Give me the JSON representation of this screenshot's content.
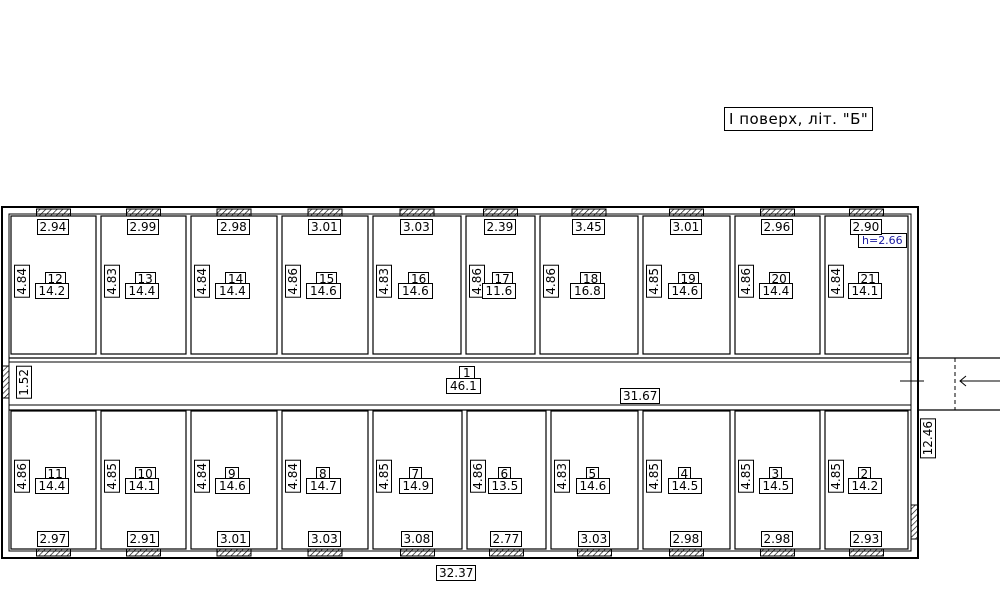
{
  "title": "I поверх, літ. \"Б\"",
  "height_label": "h=2.66",
  "top_rooms": [
    {
      "num": "12",
      "area": "14.2",
      "depth": "4.84",
      "width": "2.94"
    },
    {
      "num": "13",
      "area": "14.4",
      "depth": "4.83",
      "width": "2.99"
    },
    {
      "num": "14",
      "area": "14.4",
      "depth": "4.84",
      "width": "2.98"
    },
    {
      "num": "15",
      "area": "14.6",
      "depth": "4.86",
      "width": "3.01"
    },
    {
      "num": "16",
      "area": "14.6",
      "depth": "4.83",
      "width": "3.03"
    },
    {
      "num": "17",
      "area": "11.6",
      "depth": "4.86",
      "width": "2.39"
    },
    {
      "num": "18",
      "area": "16.8",
      "depth": "4.86",
      "width": "3.45"
    },
    {
      "num": "19",
      "area": "14.6",
      "depth": "4.85",
      "width": "3.01"
    },
    {
      "num": "20",
      "area": "14.4",
      "depth": "4.86",
      "width": "2.96"
    },
    {
      "num": "21",
      "area": "14.1",
      "depth": "4.84",
      "width": "2.90"
    }
  ],
  "bottom_rooms": [
    {
      "num": "11",
      "area": "14.4",
      "depth": "4.86",
      "width": "2.97"
    },
    {
      "num": "10",
      "area": "14.1",
      "depth": "4.85",
      "width": "2.91"
    },
    {
      "num": "9",
      "area": "14.6",
      "depth": "4.84",
      "width": "3.01"
    },
    {
      "num": "8",
      "area": "14.7",
      "depth": "4.84",
      "width": "3.03"
    },
    {
      "num": "7",
      "area": "14.9",
      "depth": "4.85",
      "width": "3.08"
    },
    {
      "num": "6",
      "area": "13.5",
      "depth": "4.86",
      "width": "2.77"
    },
    {
      "num": "5",
      "area": "14.6",
      "depth": "4.83",
      "width": "3.03"
    },
    {
      "num": "4",
      "area": "14.5",
      "depth": "4.85",
      "width": "2.98"
    },
    {
      "num": "3",
      "area": "14.5",
      "depth": "4.85",
      "width": "2.98"
    },
    {
      "num": "2",
      "area": "14.2",
      "depth": "4.85",
      "width": "2.93"
    }
  ],
  "corridor": {
    "num": "1",
    "area": "46.1",
    "width": "1.52",
    "length": "31.67"
  },
  "overall": {
    "length": "32.37",
    "width": "12.46"
  }
}
